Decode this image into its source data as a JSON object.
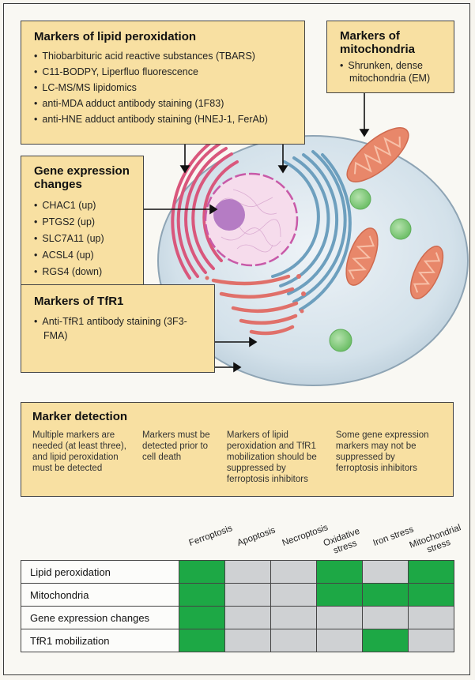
{
  "boxes": {
    "lipid": {
      "title": "Markers of lipid peroxidation",
      "items": [
        "Thiobarbituric acid reactive substances (TBARS)",
        "C11-BODPY, Liperfluo fluorescence",
        "LC-MS/MS lipidomics",
        "anti-MDA adduct antibody staining (1F83)",
        "anti-HNE adduct antibody staining (HNEJ-1, FerAb)"
      ]
    },
    "mito": {
      "title": "Markers of mitochondria",
      "items": [
        "Shrunken, dense mitochondria (EM)"
      ]
    },
    "gene": {
      "title": "Gene expression changes",
      "items": [
        "CHAC1 (up)",
        "PTGS2 (up)",
        "SLC7A11 (up)",
        "ACSL4 (up)",
        "RGS4 (down)"
      ]
    },
    "tfr1": {
      "title": "Markers of TfR1",
      "items": [
        "Anti-TfR1 antibody staining (3F3-FMA)"
      ]
    },
    "detection": {
      "title": "Marker detection",
      "notes": [
        "Multiple markers are needed (at least three), and lipid peroxidation must be detected",
        "Markers must be detected prior to cell death",
        "Markers of lipid peroxidation and TfR1 mobilization should be suppressed by ferroptosis inhibitors",
        "Some gene expression markers may not be suppressed by ferroptosis inhibitors"
      ]
    }
  },
  "colors": {
    "box_fill": "#f8e0a2",
    "positive": "#1da845",
    "negative": "#cfd1d3",
    "cytoplasm": "#c9d9e4",
    "nucleus": "#f6dcec",
    "nucleolus": "#b57cc4",
    "er": "#d9577c",
    "golgi": "#e0706a",
    "mitochondria": "#e8876a",
    "lysosome": "#8fcf88"
  },
  "matrix": {
    "columns": [
      "Ferroptosis",
      "Apoptosis",
      "Necroptosis",
      "Oxidative stress",
      "Iron stress",
      "Mitochondrial stress"
    ],
    "rows": [
      {
        "label": "Lipid peroxidation",
        "values": [
          1,
          0,
          0,
          1,
          0,
          1
        ]
      },
      {
        "label": "Mitochondria",
        "values": [
          1,
          0,
          0,
          1,
          1,
          1
        ]
      },
      {
        "label": "Gene expression changes",
        "values": [
          1,
          0,
          0,
          0,
          0,
          0
        ]
      },
      {
        "label": "TfR1 mobilization",
        "values": [
          1,
          0,
          0,
          0,
          1,
          0
        ]
      }
    ]
  }
}
